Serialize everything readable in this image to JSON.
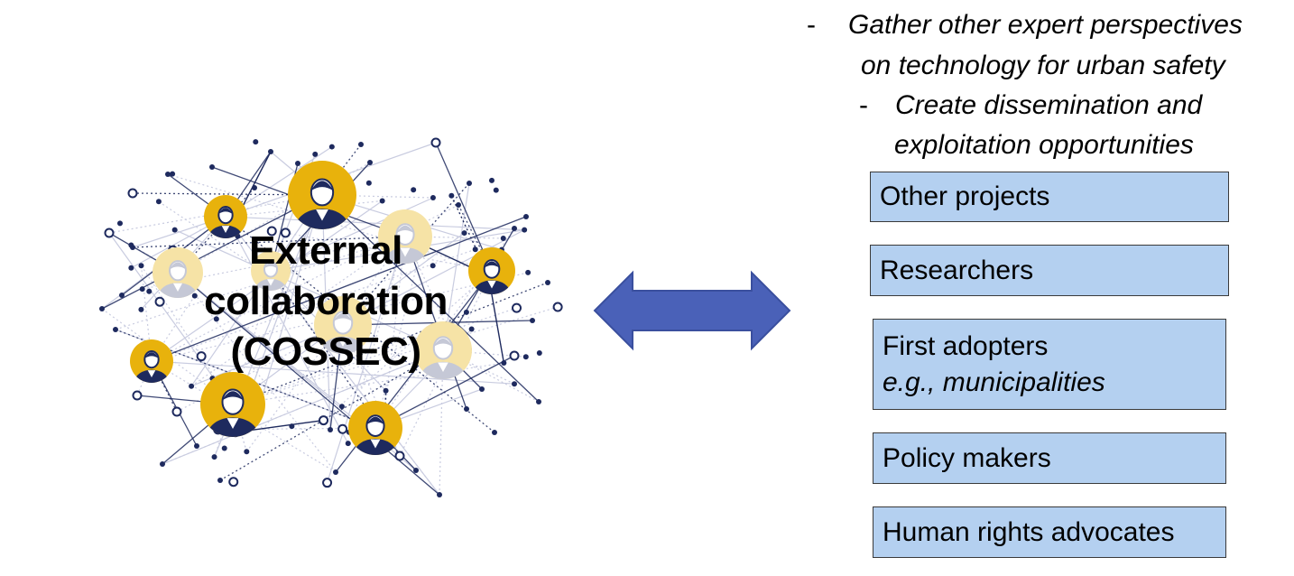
{
  "center_label": {
    "line1": "External",
    "line2": "collaboration",
    "line3": "(COSSEC)"
  },
  "bullets": [
    {
      "line1": "Gather other expert perspectives",
      "line2": "on technology for urban safety"
    },
    {
      "line1": "Create dissemination and",
      "line2": "exploitation opportunities"
    }
  ],
  "bullet_marker": "-",
  "stakeholder_boxes": [
    {
      "label": "Other projects"
    },
    {
      "label": "Researchers"
    },
    {
      "label": "First adopters",
      "sub": "e.g., municipalities"
    },
    {
      "label": "Policy makers"
    },
    {
      "label": "Human rights advocates"
    }
  ],
  "colors": {
    "box_fill": "#b4d0f0",
    "arrow_fill": "#4a61b8",
    "node_navy": "#1e2a5e",
    "accent_yellow": "#e8b20c",
    "faded_yellow": "#f6e3a6",
    "faded_person": "#c5c8d6"
  },
  "icons": {
    "network": "people-network-icon",
    "arrow": "double-headed-arrow-icon"
  }
}
